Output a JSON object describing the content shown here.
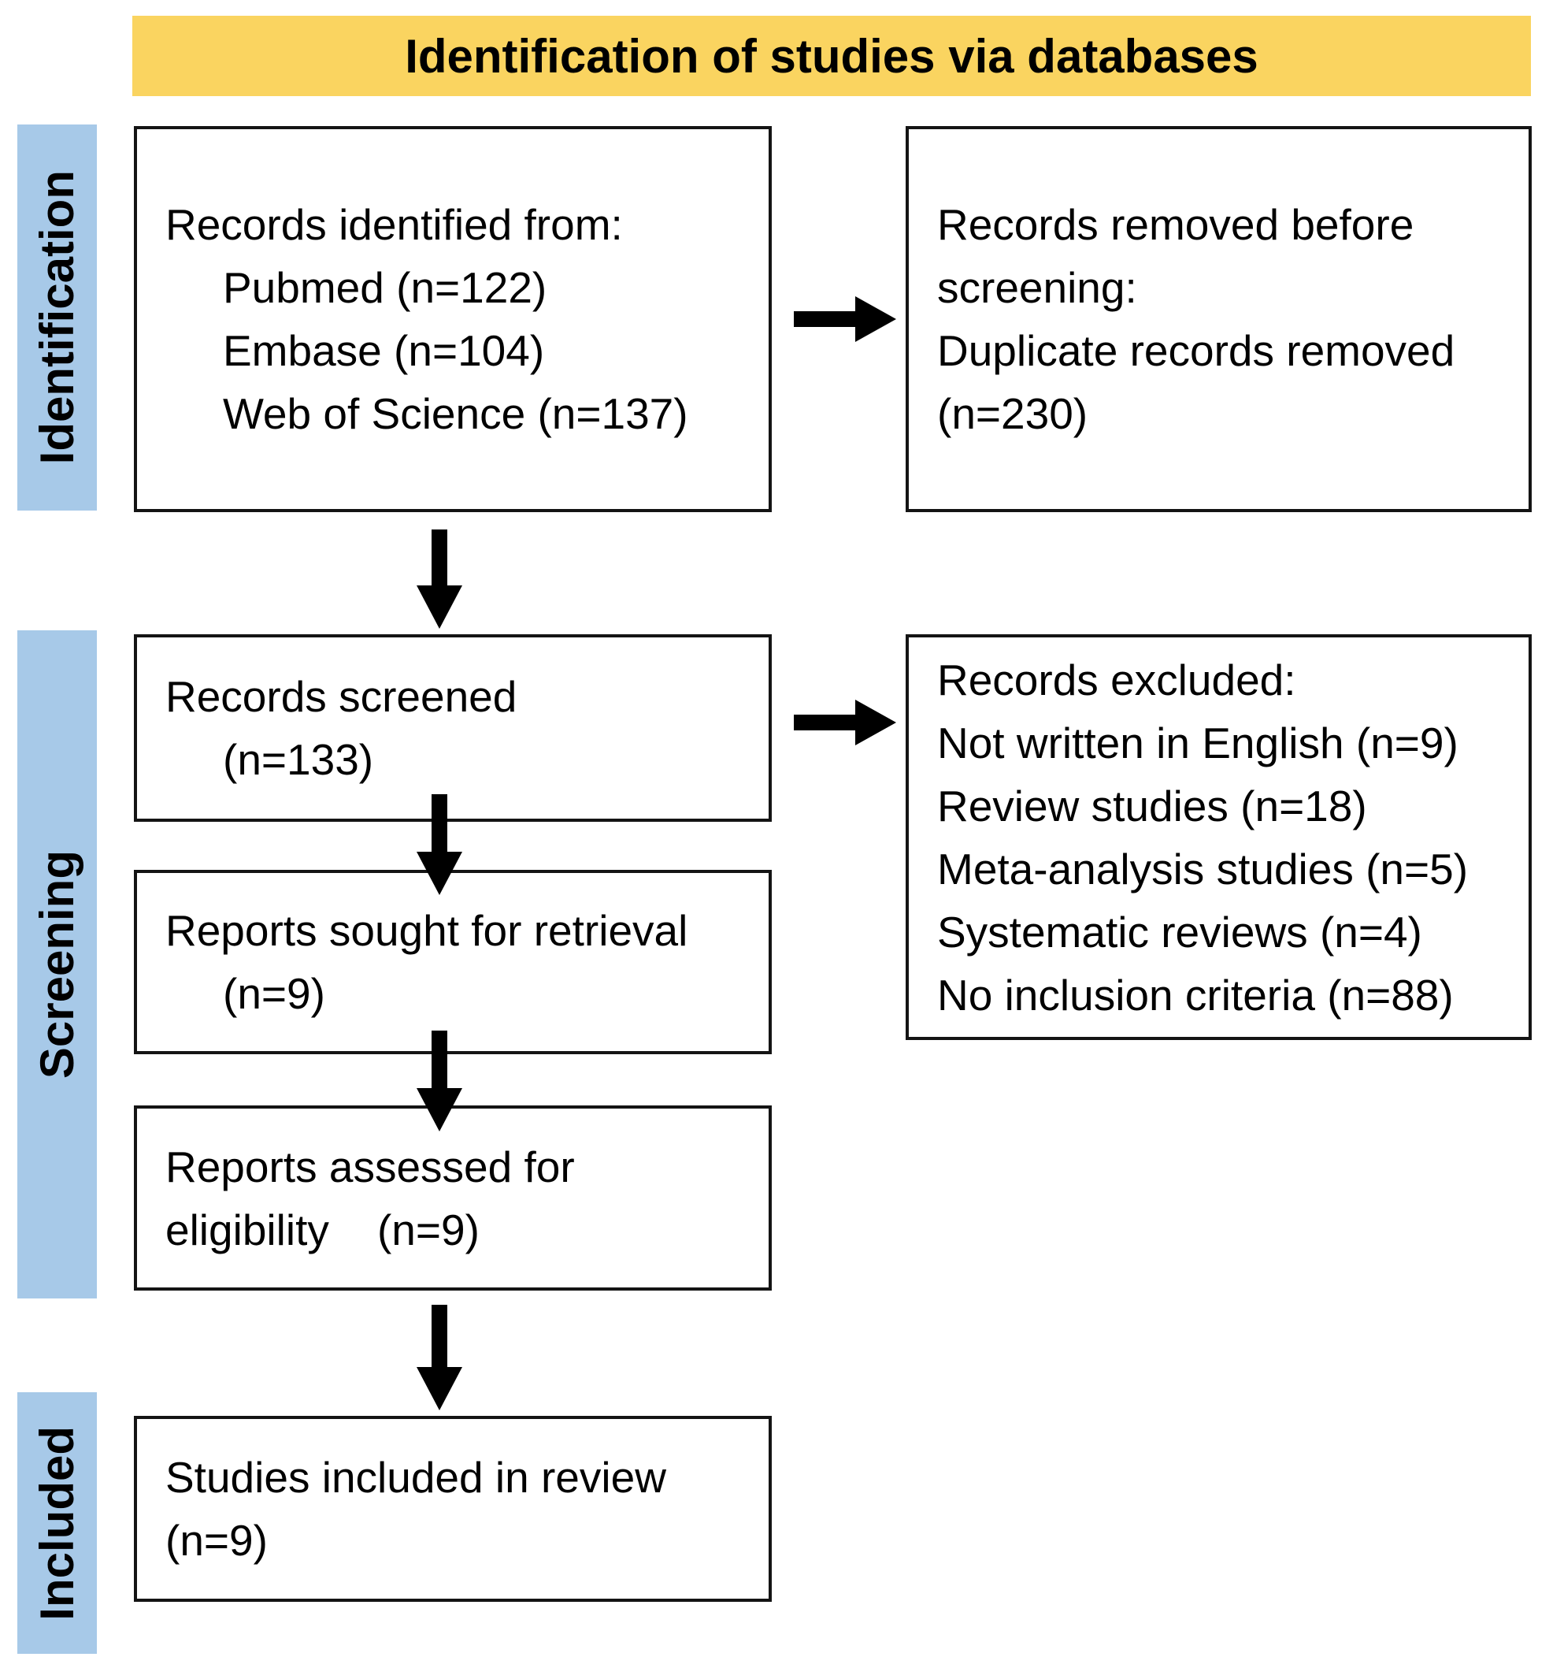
{
  "header": {
    "title": "Identification of studies via databases",
    "bg_color": "#FAD460"
  },
  "sidebar": {
    "bg_color": "#A7C9E8",
    "stages": [
      {
        "label": "Identification"
      },
      {
        "label": "Screening"
      },
      {
        "label": "Included"
      }
    ]
  },
  "boxes": {
    "identified": {
      "lines": [
        "Records identified from:",
        "Pubmed (n=122)",
        "Embase (n=104)",
        "Web of Science (n=137)"
      ]
    },
    "removed": {
      "lines": [
        "Records removed before",
        "screening:",
        "Duplicate records removed",
        "(n=230)"
      ]
    },
    "screened": {
      "lines": [
        "Records screened",
        "(n=133)"
      ]
    },
    "excluded": {
      "lines": [
        "Records excluded:",
        "Not written in English (n=9)",
        "Review studies (n=18)",
        "Meta-analysis studies (n=5)",
        "Systematic reviews (n=4)",
        "No inclusion criteria (n=88)"
      ]
    },
    "sought": {
      "lines": [
        "Reports sought for retrieval",
        "(n=9)"
      ]
    },
    "assessed": {
      "lines": [
        "Reports assessed for",
        "eligibility    (n=9)"
      ]
    },
    "included": {
      "lines": [
        "Studies included in review",
        "(n=9)"
      ]
    }
  }
}
